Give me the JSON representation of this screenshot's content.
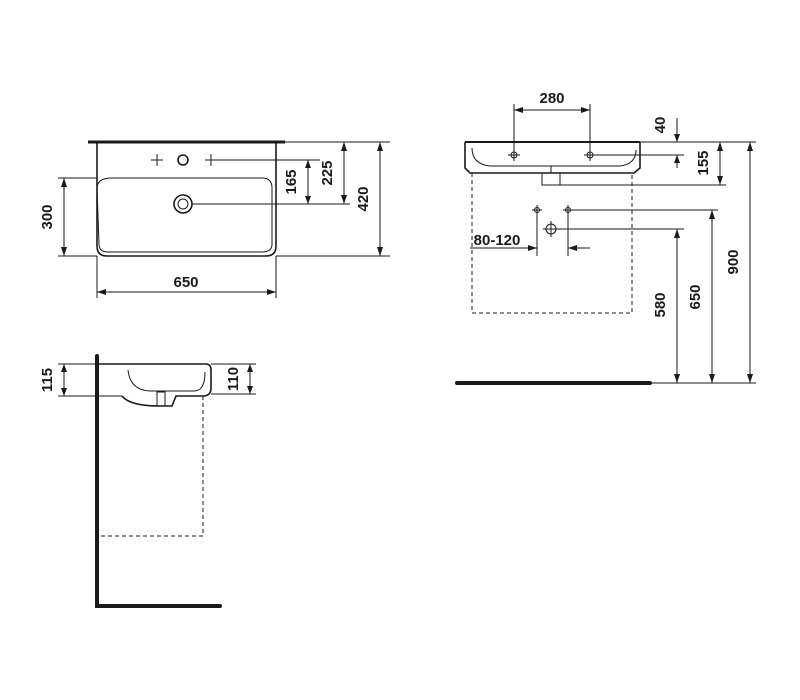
{
  "top_view": {
    "width_label": "650",
    "depth_label": "420",
    "bowl_label": "300",
    "tap_label": "225",
    "drain_label": "165"
  },
  "front_view": {
    "holes_spacing_label": "280",
    "rim_label": "40",
    "bowl_height_label": "155",
    "range_label": "80-120",
    "waste_height_label": "580",
    "supply_height_label": "650",
    "total_height_label": "900"
  },
  "side_view": {
    "height_outer_label": "115",
    "height_inner_label": "110"
  }
}
